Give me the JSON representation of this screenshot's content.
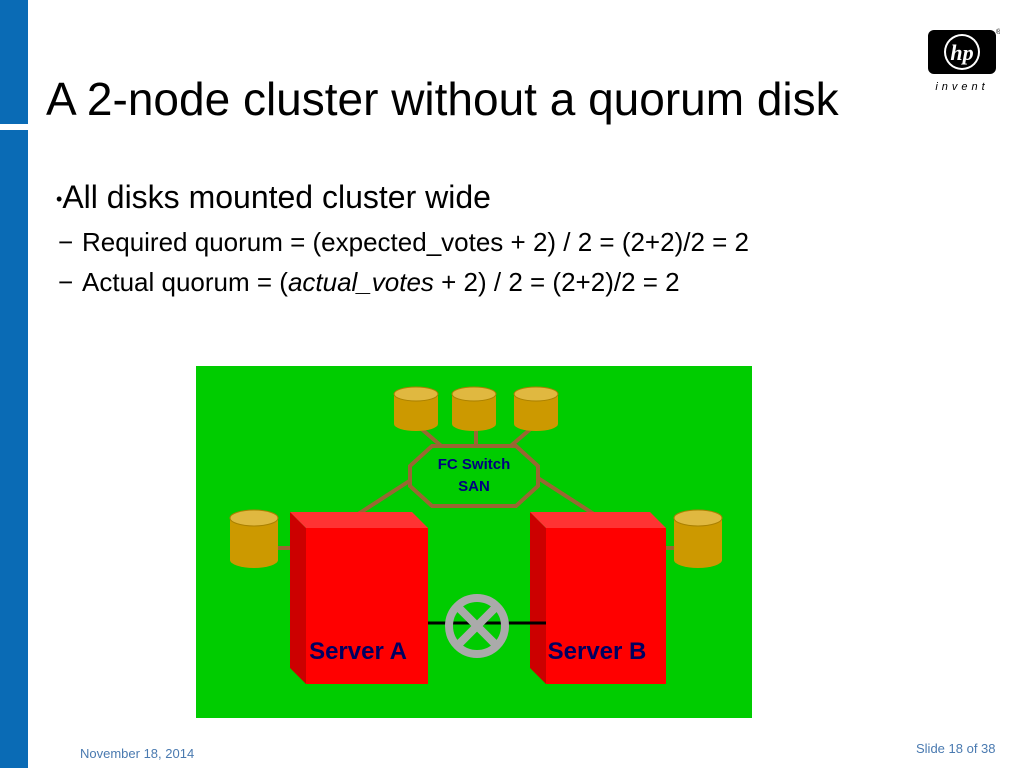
{
  "slide": {
    "title": "A 2-node cluster without a quorum disk",
    "bullet": "All disks mounted cluster wide",
    "sub_bullets": [
      {
        "dash": "−",
        "text": "Required quorum = (expected_votes + 2) / 2 = (2+2)/2 = 2"
      },
      {
        "dash": "−",
        "before": "Actual quorum = (",
        "emphasis": "actual_votes",
        "after": " + 2) / 2 = (2+2)/2 = 2"
      }
    ]
  },
  "logo": {
    "name": "hp-logo",
    "wordmark": "hp",
    "tagline": "invent"
  },
  "diagram": {
    "switch_line1": "FC Switch",
    "switch_line2": "SAN",
    "server_a": "Server A",
    "server_b": "Server B",
    "colors": {
      "background": "#00cc00",
      "server": "#ff0000",
      "disk": "#cc9900",
      "link": "#996633",
      "blocked": "#aaaaaa"
    }
  },
  "footer": {
    "date": "November 18, 2014",
    "slide_number": "Slide 18 of 38"
  },
  "colors": {
    "accent": "#0a6bb5",
    "footer_text": "#4a7ab0"
  }
}
